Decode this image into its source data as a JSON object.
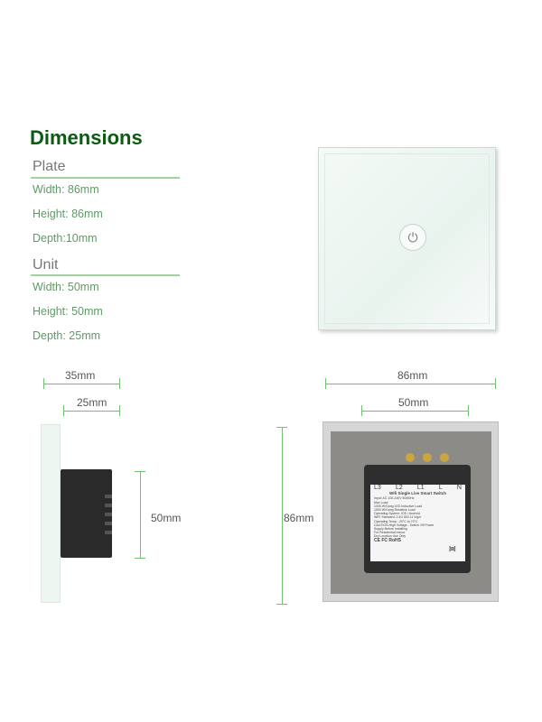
{
  "title": "Dimensions",
  "plate": {
    "heading": "Plate",
    "width": "Width: 86mm",
    "height": "Height: 86mm",
    "depth": "Depth:10mm"
  },
  "unit": {
    "heading": "Unit",
    "width": "Width: 50mm",
    "height": "Height: 50mm",
    "depth": "Depth: 25mm"
  },
  "dims": {
    "side_total": "35mm",
    "side_body": "25mm",
    "side_height": "50mm",
    "front_width": "86mm",
    "front_unit_width": "50mm",
    "front_height": "86mm"
  },
  "label": {
    "terminals": [
      "L3",
      "L2",
      "L1",
      "L",
      "N"
    ],
    "name": "Wifi Single Live Smart Switch",
    "lines": [
      "Input: AC 100-240V 50/60Hz",
      "Max Load:",
      "1000 W/Gang LED Inductive Load",
      "1500 W/Gang Resistive Load",
      "Operating System: IOS / Android",
      "WIFI Standard: 2.4G 802.11 b/g/n",
      "Operating Temp: -20°C to 70°C",
      "CAUTION High Voltage - Switch Off Power",
      "Supply Before Installing",
      "For Residential Indoor",
      "Dry Location Use Only"
    ],
    "certs": "CE FC RoHS"
  },
  "colors": {
    "title": "#0d5a12",
    "accent": "#6fc36f"
  }
}
